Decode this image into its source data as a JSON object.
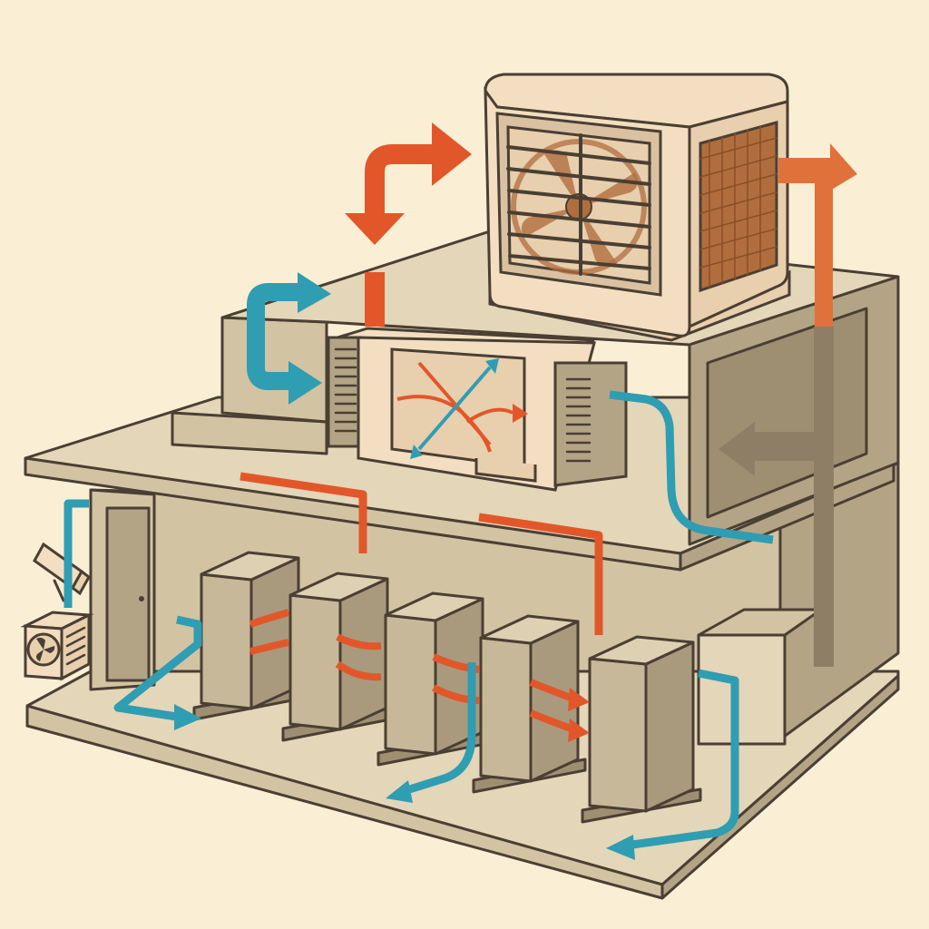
{
  "palette": {
    "background": "#FAEFD4",
    "outline": "#4A3F33",
    "wall_light": "#E4D6B8",
    "wall_mid": "#D2C3A3",
    "wall_dark": "#B4A486",
    "wall_darker": "#9F8F72",
    "server_front": "#C8B89A",
    "server_side": "#A99A7E",
    "server_top": "#DED0B2",
    "cooler_body": "#F3DEC1",
    "cooler_side": "#E8CFAE",
    "cooler_grille": "#D9C1A1",
    "cooler_pad": "#B06E3E",
    "cooler_pad_line": "#8A4F27",
    "hot_air": "#E2572A",
    "hot_air_exhaust": "#E0713A",
    "cool_air": "#2F9DB2",
    "return_air": "#8E7E66"
  },
  "diagram": {
    "components": [
      {
        "id": "evaporative-cooler",
        "icon": "evaporative-cooler-icon"
      },
      {
        "id": "heat-exchanger",
        "icon": "heat-exchanger-icon"
      },
      {
        "id": "server-rack",
        "icon": "server-rack-icon",
        "count": 6
      },
      {
        "id": "outdoor-condenser",
        "icon": "condenser-unit-icon"
      },
      {
        "id": "security-camera",
        "icon": "camera-icon"
      },
      {
        "id": "door",
        "icon": "door-icon"
      }
    ],
    "airflows": [
      {
        "id": "hot-air",
        "color": "hot_air"
      },
      {
        "id": "cool-air",
        "color": "cool_air"
      },
      {
        "id": "exhaust-air",
        "color": "hot_air_exhaust"
      },
      {
        "id": "return-air",
        "color": "return_air"
      }
    ]
  }
}
